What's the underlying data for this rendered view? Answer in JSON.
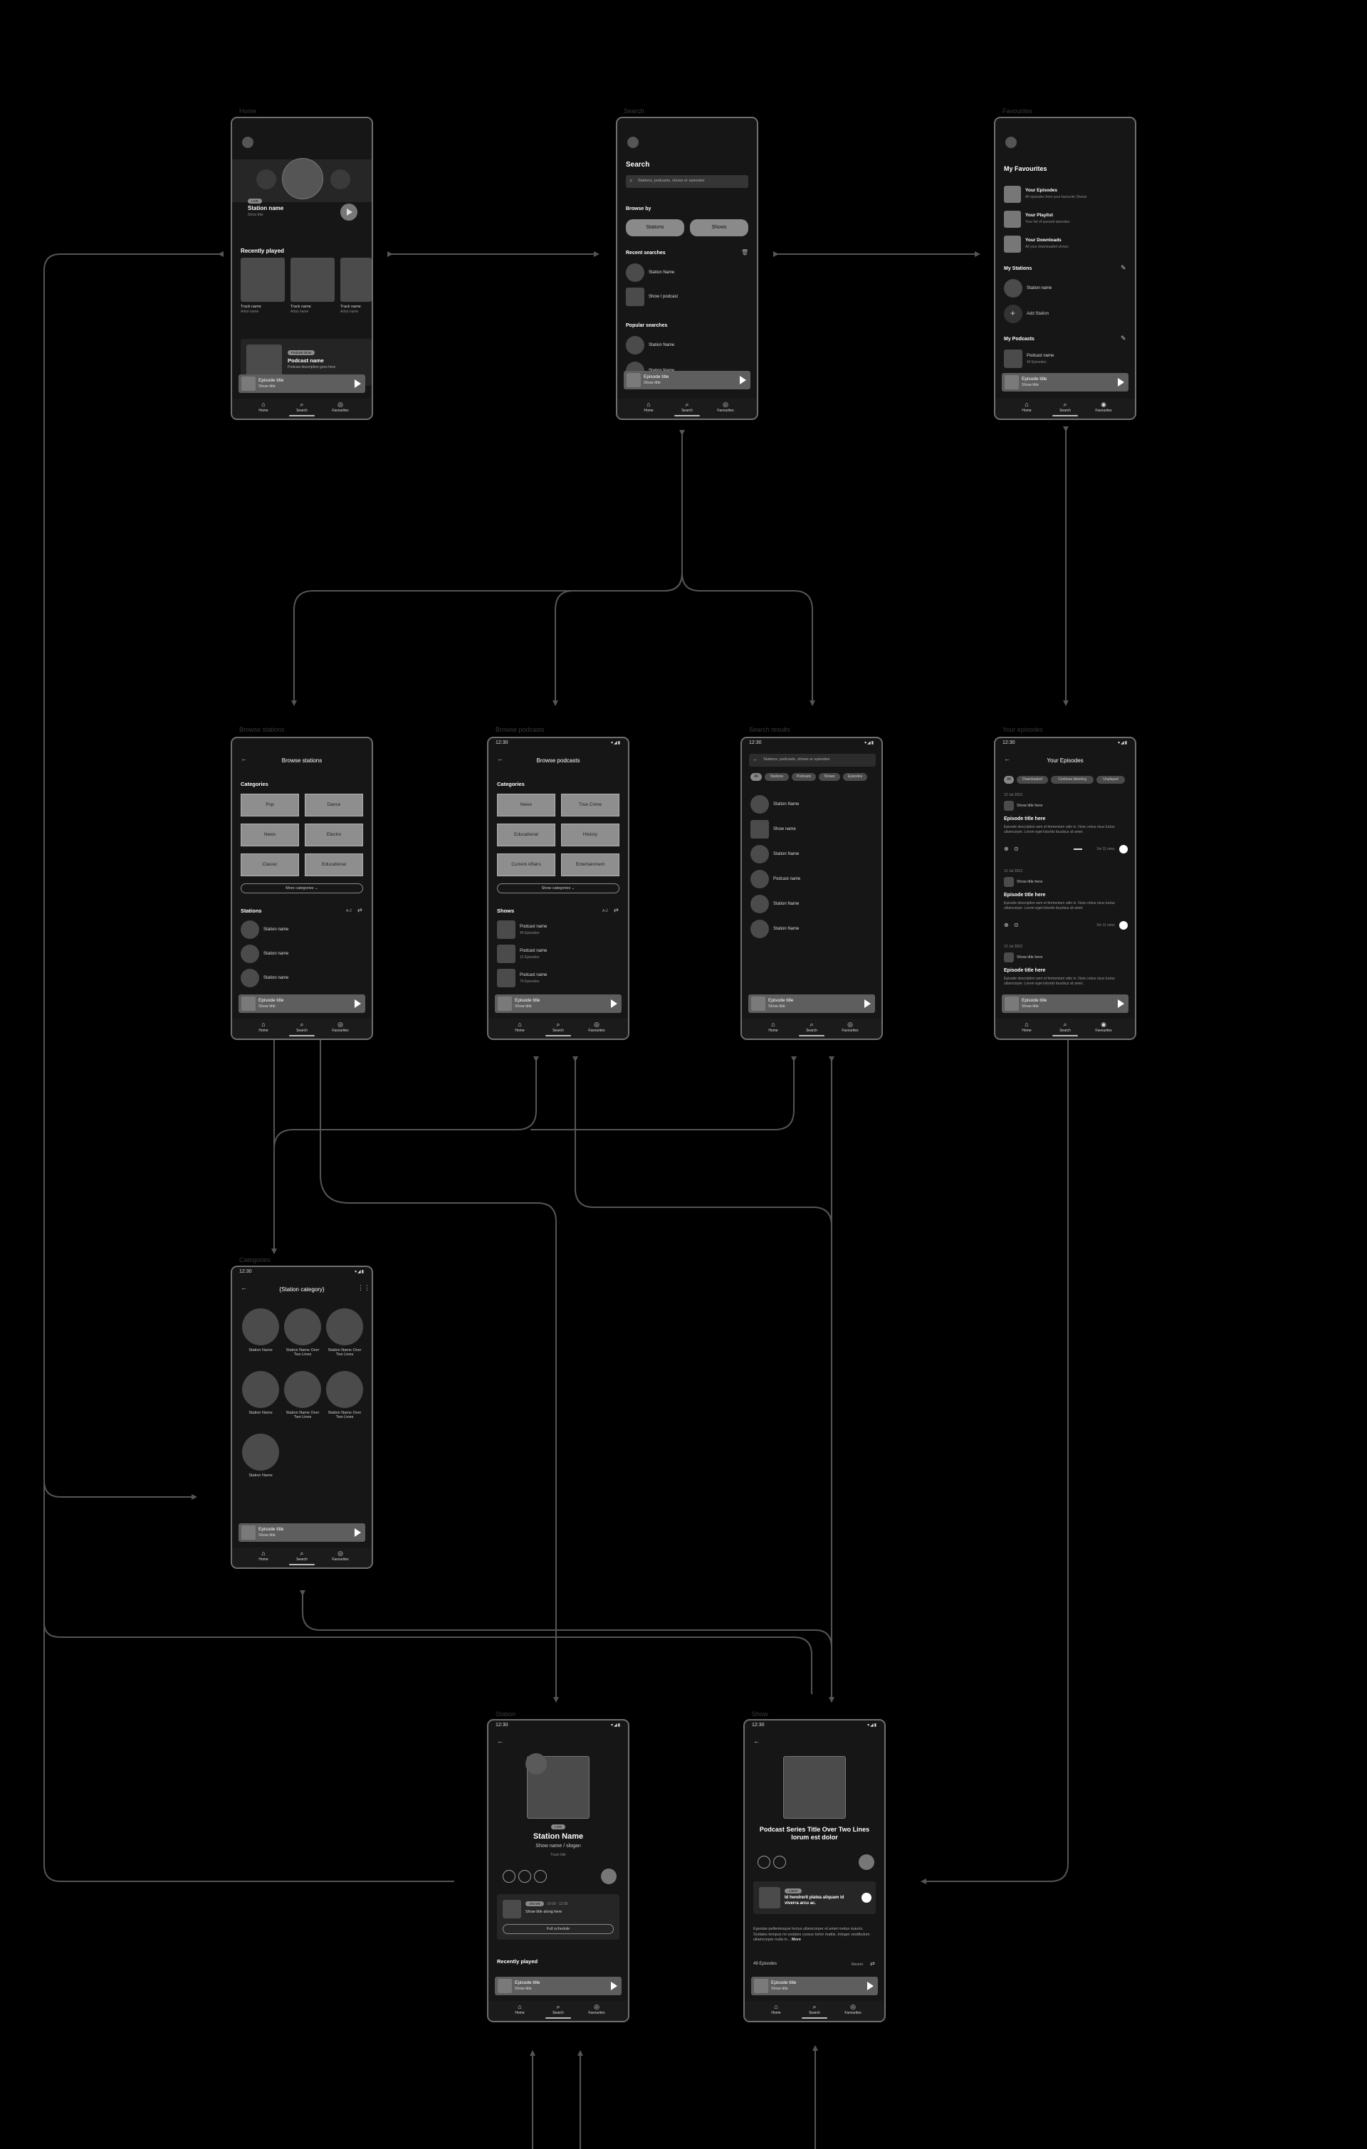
{
  "frames": {
    "home": {
      "label": "Home",
      "badge": "LIVE",
      "station_name": "Station name",
      "show_title": "Show title",
      "recently_played": "Recently played",
      "tracks": [
        {
          "name": "Track name",
          "artist": "Artist name"
        },
        {
          "name": "Track name",
          "artist": "Artist name"
        },
        {
          "name": "Track name",
          "artist": "Artist name"
        }
      ],
      "podcast_badge": "Podcast show",
      "podcast_name": "Podcast name",
      "podcast_desc": "Podcast description goes here"
    },
    "search": {
      "label": "Search",
      "title": "Search",
      "search_placeholder": "Stations, podcasts, shows or episodes",
      "browse_by": "Browse by",
      "stations_btn": "Stations",
      "shows_btn": "Shows",
      "recent_searches": "Recent searches",
      "recent_items": [
        "Station Name",
        "Show / podcast"
      ],
      "popular_searches": "Popular searches",
      "popular_items": [
        "Station Name",
        "Station Name"
      ]
    },
    "favourites": {
      "label": "Favourites",
      "title": "My Favourites",
      "items": [
        {
          "title": "Your Episodes",
          "sub": "All episodes from your favourite Shows"
        },
        {
          "title": "Your Playlist",
          "sub": "Your list of queued episodes"
        },
        {
          "title": "Your Downloads",
          "sub": "All your downloaded shows"
        }
      ],
      "my_stations": "My Stations",
      "station_name": "Station name",
      "add_station": "Add Station",
      "my_podcasts": "My Podcasts",
      "podcast_name": "Podcast name",
      "podcast_sub": "49 Episodes"
    },
    "browse_stations": {
      "label": "Browse stations",
      "title": "Browse stations",
      "categories": "Categories",
      "cats": [
        "Pop",
        "Dance",
        "News",
        "Electro",
        "Classic",
        "Educational"
      ],
      "more": "More categories",
      "stations": "Stations",
      "sort": "A-Z",
      "items": [
        "Station name",
        "Station name",
        "Station name"
      ]
    },
    "browse_podcasts": {
      "label": "Browse podcasts",
      "time": "12:30",
      "title": "Browse podcasts",
      "categories": "Categories",
      "cats": [
        "News",
        "True Crime",
        "Educational",
        "History",
        "Current Affairs",
        "Entertainment"
      ],
      "more": "Show categories",
      "shows": "Shows",
      "sort": "A-Z",
      "items": [
        {
          "name": "Podcast name",
          "sub": "49 Episodes"
        },
        {
          "name": "Podcast name",
          "sub": "12 Episodes"
        },
        {
          "name": "Podcast name",
          "sub": "74 Episodes"
        }
      ]
    },
    "search_results": {
      "label": "Search results",
      "time": "12:30",
      "placeholder": "Stations, podcasts, shows or episodes",
      "chips": [
        "All",
        "Stations",
        "Podcasts",
        "Shows",
        "Episodes"
      ],
      "items": [
        "Station Name",
        "Show name",
        "Station Name",
        "Podcast name",
        "Station Name",
        "Station Name"
      ]
    },
    "your_episodes": {
      "label": "Your episodes",
      "time": "12:30",
      "title": "Your Episodes",
      "chips": [
        "All",
        "Downloaded",
        "Continue listening",
        "Unplayed"
      ],
      "groups": [
        {
          "date": "12 Jul 2023",
          "show": "Show title here",
          "title": "Episode title here",
          "desc": "Episode description sem et fermentum odio in. Nunc netus risus luctus ullamcorper. Lorem eget lobortis faucibus sit amet.",
          "left": "1hr 11 mins"
        },
        {
          "date": "12 Jul 2023",
          "show": "Show title here",
          "title": "Episode title here",
          "desc": "Episode description sem et fermentum odio in. Nunc netus risus luctus ullamcorper. Lorem eget lobortis faucibus sit amet.",
          "left": "1hr 11 mins"
        },
        {
          "date": "12 Jul 2023",
          "show": "Show title here",
          "title": "Episode title here",
          "desc": "Episode description sem et fermentum odio in. Nunc netus risus luctus ullamcorper. Lorem eget lobortis faucibus sit amet.",
          "left": ""
        }
      ]
    },
    "category": {
      "label": "Categories",
      "time": "12:30",
      "title": "{Station category}",
      "items": [
        "Station Name",
        "Station Name Over Two Lines",
        "Station Name Over Two Lines",
        "Station Name",
        "Station Name Over Two Lines",
        "Station Name Over Two Lines",
        "Station Name"
      ]
    },
    "station": {
      "label": "Station",
      "time": "12:30",
      "badge": "LIVE",
      "title": "Station Name",
      "subtitle": "Show name / slogan",
      "track": "Track title",
      "sched_badge": "ON AIR",
      "sched_time": "10:00 - 12:00",
      "sched_show": "Show title along here",
      "full_schedule": "Full schedule",
      "recently_played": "Recently played"
    },
    "show": {
      "label": "Show",
      "time": "12:30",
      "title": "Podcast Series Title Over Two Lines lorum est dolor",
      "ep_badge": "Latest",
      "ep_title": "Id hendrerit platea aliquam id viverra arcu ac.",
      "desc": "Egestas pellentesque lectus ullamcorper et amet metus mauris. Sodales tempus mi sodales cursus tortor mattis. Integer vestibulum ullamcorper nulla in...",
      "more": "More",
      "episodes": "49 Episodes",
      "sort": "Recent"
    }
  },
  "mini_player": {
    "title": "Episode title",
    "subtitle": "Show title"
  },
  "nav": {
    "home": "Home",
    "search": "Search",
    "favourites": "Favourites"
  },
  "colors": {
    "background": "#000000",
    "frame": "#161616",
    "connector": "#555555"
  }
}
